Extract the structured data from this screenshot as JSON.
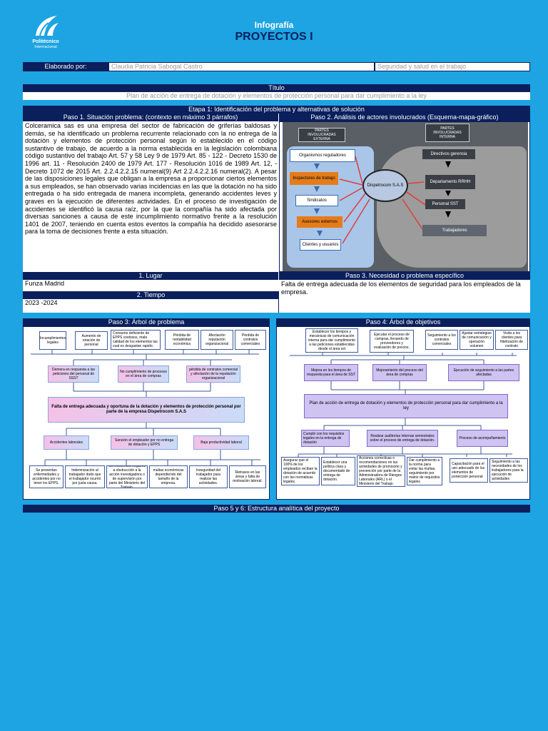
{
  "header": {
    "logo_text": "Politécnico",
    "logo_subtext": "Internacional",
    "subtitle": "Infografía",
    "title": "PROYECTOS I"
  },
  "meta_row": {
    "label": "Elaborado por:",
    "author": "Claudia Patricia Sabogal Castro",
    "course": "Seguridad y salud en el trabajo"
  },
  "title_block": {
    "label": "Título",
    "value": "Plan de acción de entrega de dotación y elementos de protección personal para dar cumplimiento a la ley"
  },
  "stage1": {
    "label": "Etapa 1: Identificación del problema y alternativas de solución",
    "paso1_header": "Paso 1. Situación problema: (contexto en máximo 3 párrafos)",
    "paso1_text": "Colceramica sas es una empresa del sector de fabricación de griferías baldosas y demás, se ha identificado un problema recurrente relacionado con la no entrega de la dotación y elementos de protección personal según lo establecido en el código sustantivo de trabajo, de acuerdo a la norma establecida en la legislación colombiana código sustantivo del trabajo Art. 57 y 58 Ley 9 de 1979 Art. 85 - 122 - Decreto 1530 de 1996 art. 11 - Resolución 2400 de 1979 Art. 177 - Resolución 1016 de 1989 Art. 12, - Decreto 1072 de 2015 Art. 2.2.4.2.2.15 numeral(9) Art 2.2.4.2.2.16 numeral(2). A pesar de las disposiciones legales que obligan a la empresa a proporcionar ciertos elementos a sus empleados, se han observado varias incidencias en las que la dotación no ha sido entregada o ha sido entregada de manera incompleta, generando accidentes leves y graves en la ejecución de diferentes actividades. En el proceso de investigación de accidentes se identificó la causa raíz, por la que la compañía ha sido afectada por diversas sanciones a causa de este incumplimiento normativo frente a la resolución 1401 de 2007, teniendo en cuenta estos eventos la compañía ha decidido asesorarse para la toma de decisiones frente a esta situación.",
    "paso2_header": "Paso 2. Análisis de actores involucrados (Esquema-mapa-gráfico)",
    "lugar_label": "1.    Lugar",
    "lugar_value": "Funza Madrid",
    "tiempo_label": "2.    Tiempo",
    "tiempo_value": "2023 -2024",
    "paso3_header": "Paso 3. Necesidad o problema específico",
    "paso3_text": "Falta de entrega adecuada de los elementos de seguridad para los empleados de la empresa."
  },
  "actors_map": {
    "external_label": "PARTES INVOLUCRADAS EXTERNA",
    "internal_label": "PARTES INVOLUCRADAS INTERNA",
    "external": [
      "Organismos reguladores",
      "Inspectores de trabajo",
      "Sindicatos",
      "Asesores externos",
      "Clientes y usuarios"
    ],
    "center": "Dispetrocom S.A.S",
    "internal": [
      "Directivos gerencia",
      "Departamento RRHH",
      "Personal SST",
      "Trabajadores"
    ]
  },
  "problem_tree": {
    "header": "Paso 3: Árbol de problema",
    "causes": [
      "Incumplimientos legales",
      "Aumento de rotación de personal",
      "Consumo deficiente de EPPS costosos, mala calidad de los elementos las cual es desgastan rapido.",
      "Pérdida de rentabilidad económica",
      "Afectación reputación organizacional",
      "Pérdida de contratos comerciales"
    ],
    "mid_causes": [
      "Demora en respuesta a las peticiones del personal de SSST",
      "No cumplimiento de procesos en el área de compras",
      "pérdida de contratos comercial y afectación de la reputación organizacional"
    ],
    "central": "Falta de entrega adecuada y oportuna de la dotación y elementos de protección personal por parte de la empresa Dispetrocom S.A.S",
    "effects": [
      "Accidentes laborales",
      "Sanción el empleador por no entrega de dotación y EPPS",
      "Baja productividad laboral"
    ],
    "sub_effects": [
      "Se presentan enfermedades y accidentes por no tener los EPPS.",
      "Indemnización al trabajador dado que el trabajador ocurrió por justa causa.",
      "La resistencia negativa a obstrucción a la acción investigadora o de supervisión por parte del Ministerio del Trabajo.",
      "multas económicas dependiendo del tamaño de la empresa.",
      "Inseguridad del trabajador para realizar las actividades.",
      "Retrasos en las áreas y falta de motivación laboral."
    ]
  },
  "objective_tree": {
    "header": "Paso 4: Árbol de objetivos",
    "top": [
      "Establecer los tiempos y mecánicas de comunicación interna para dar cumplimiento a las peticiones establecidas desde el área sst",
      "Ejecutar el proceso de compras, llevando de proveedores y evaluación de precios.",
      "Seguimiento a los contratos comerciales",
      "Ajustar estrategias de comunicación y operación volumen",
      "Visita a los clientes para fidelización de contrato"
    ],
    "mid": [
      "Mejora en los tiempos de respuesta para el área de SST",
      "Mejoramiento del proceso del área de compras",
      "Ejecución de seguimiento a las partes afectadas"
    ],
    "central": "Plan de acción de entrega de dotación y elementos de protección personal para dar cumplimiento a la ley",
    "lower": [
      "Cumplir con los requisitos legales en la entrega de dotación",
      "Realizar auditorías internas semestrales sobre el proceso de entrega de dotación.",
      "Proceso de acompañamiento"
    ],
    "bottom": [
      "Asegurar que el 100% de los empleados reciban la dotación de acuerdo con las normativas legales.",
      "Establecer una política clara y documentado de entrega de dotación.",
      "Acciones correctivas o recomendaciones en las actividades de promoción y prevención por parte de la Administradora de Riesgos Laborales (ARL) o el Ministerio del Trabajo.",
      "Dar cumplimiento a la norma para evitar las multas, seguimiento por matriz de requisitos legales",
      "Capacitación para el uso adecuado de los elementos de protección personal",
      "Seguimiento a las necesidades de los trabajadores para la ejecución de actividades"
    ]
  },
  "stage_footer": {
    "label": "Paso 5 y 6: Estructura analítica del proyecto"
  },
  "colors": {
    "background": "#1ea4e2",
    "navy": "#0a1f5c"
  }
}
